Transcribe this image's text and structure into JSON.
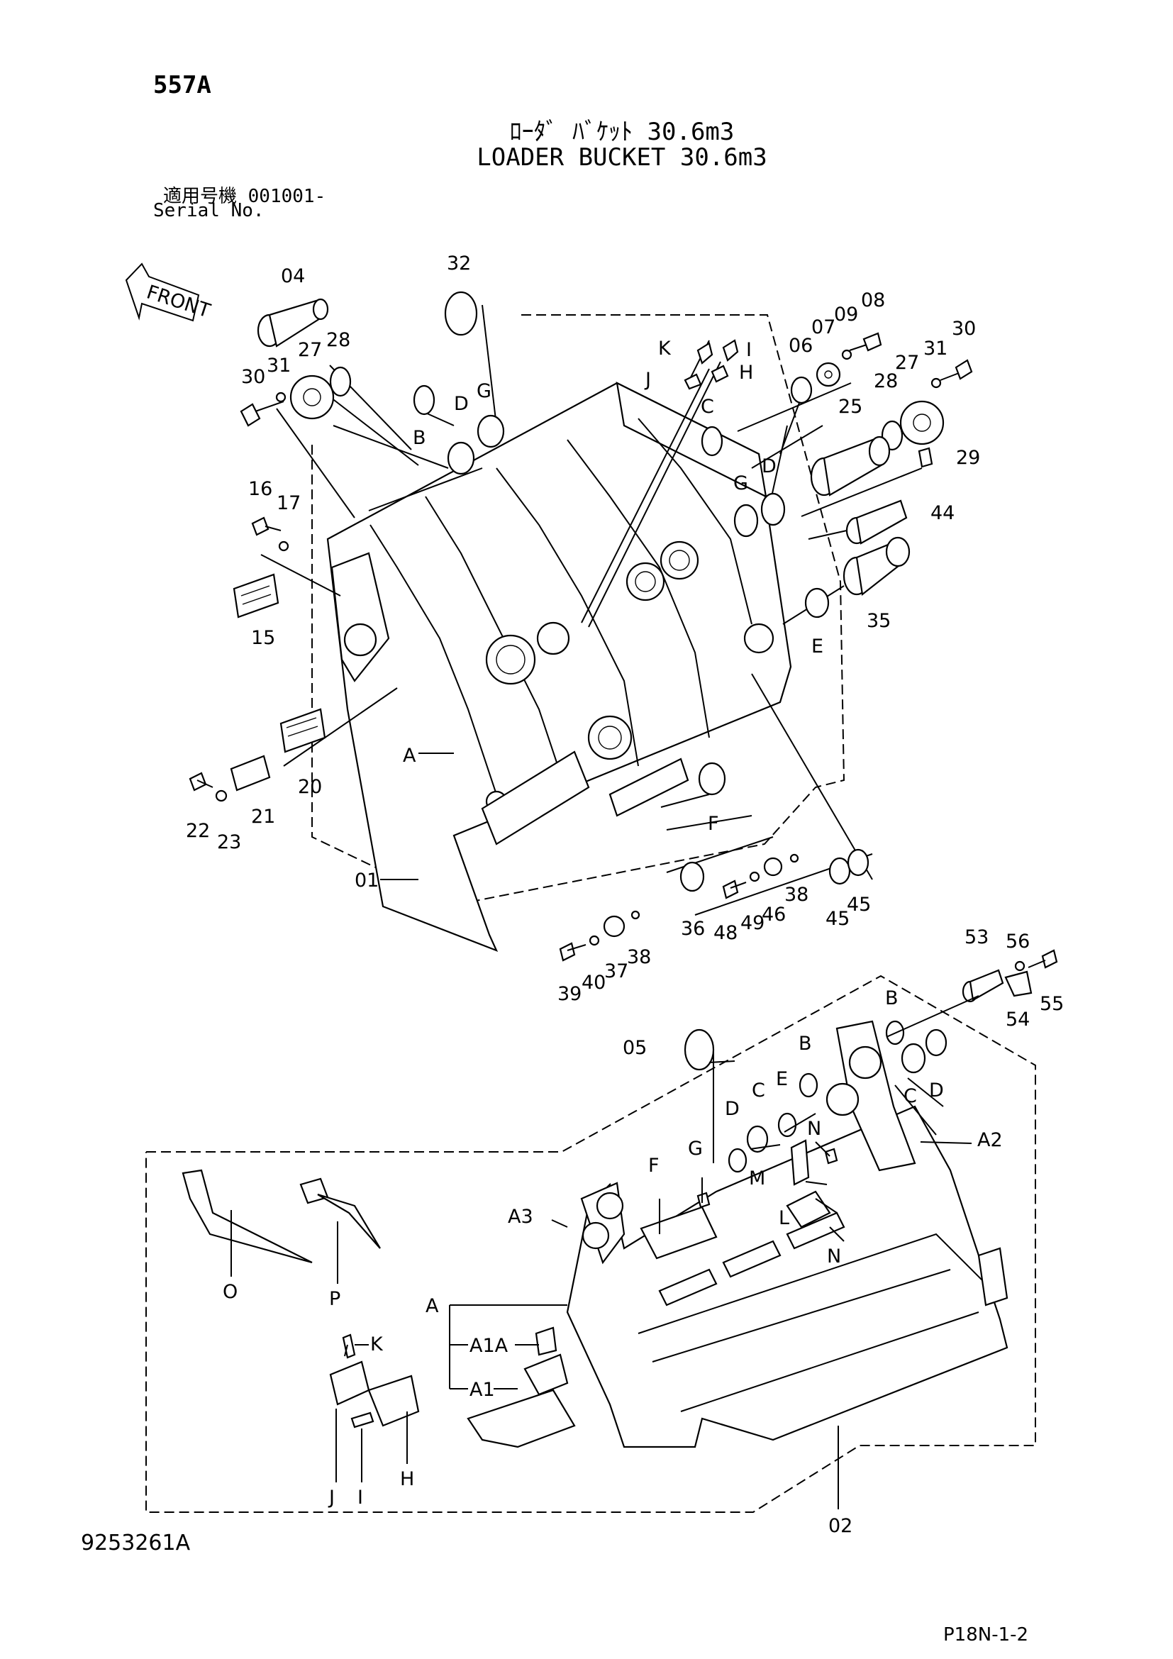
{
  "header": {
    "page_code": "557A",
    "title_jp": "ﾛｰﾀﾞ ﾊﾞｹｯﾄ 30.6m3",
    "title_en": "LOADER BUCKET 30.6m3",
    "serial_jp": "適用号機  001001-",
    "serial_en": "Serial No."
  },
  "front_arrow_text": "FRONT",
  "labels": {
    "p01": "01",
    "p02": "02",
    "p04": "04",
    "p05": "05",
    "p06": "06",
    "p07": "07",
    "p08": "08",
    "p09": "09",
    "p15": "15",
    "p16": "16",
    "p17": "17",
    "p20": "20",
    "p21": "21",
    "p22": "22",
    "p23": "23",
    "p25": "25",
    "p27a": "27",
    "p27b": "27",
    "p28a": "28",
    "p28b": "28",
    "p29": "29",
    "p30a": "30",
    "p30b": "30",
    "p31a": "31",
    "p31b": "31",
    "p32": "32",
    "p35": "35",
    "p36": "36",
    "p37": "37",
    "p38a": "38",
    "p38b": "38",
    "p39": "39",
    "p40": "40",
    "p44": "44",
    "p45a": "45",
    "p45b": "45",
    "p46": "46",
    "p48": "48",
    "p49": "49",
    "p53": "53",
    "p54": "54",
    "p55": "55",
    "p56": "56",
    "uA": "A",
    "uB": "B",
    "uC": "C",
    "uD1": "D",
    "uD2": "D",
    "uE": "E",
    "uF": "F",
    "uG1": "G",
    "uG2": "G",
    "uH": "H",
    "uI": "I",
    "uJ": "J",
    "uK": "K",
    "lA": "A",
    "lA1": "A1",
    "lA1A": "A1A",
    "lA2": "A2",
    "lA3": "A3",
    "lB1": "B",
    "lB2": "B",
    "lC1": "C",
    "lC2": "C",
    "lD1": "D",
    "lD2": "D",
    "lE": "E",
    "lF": "F",
    "lG": "G",
    "lH": "H",
    "lI": "I",
    "lJ": "J",
    "lK": "K",
    "lL": "L",
    "lM": "M",
    "lN1": "N",
    "lN2": "N",
    "lO": "O",
    "lP": "P"
  },
  "footer": {
    "doc_code": "9253261A",
    "page_ref": "P18N-1-2"
  }
}
